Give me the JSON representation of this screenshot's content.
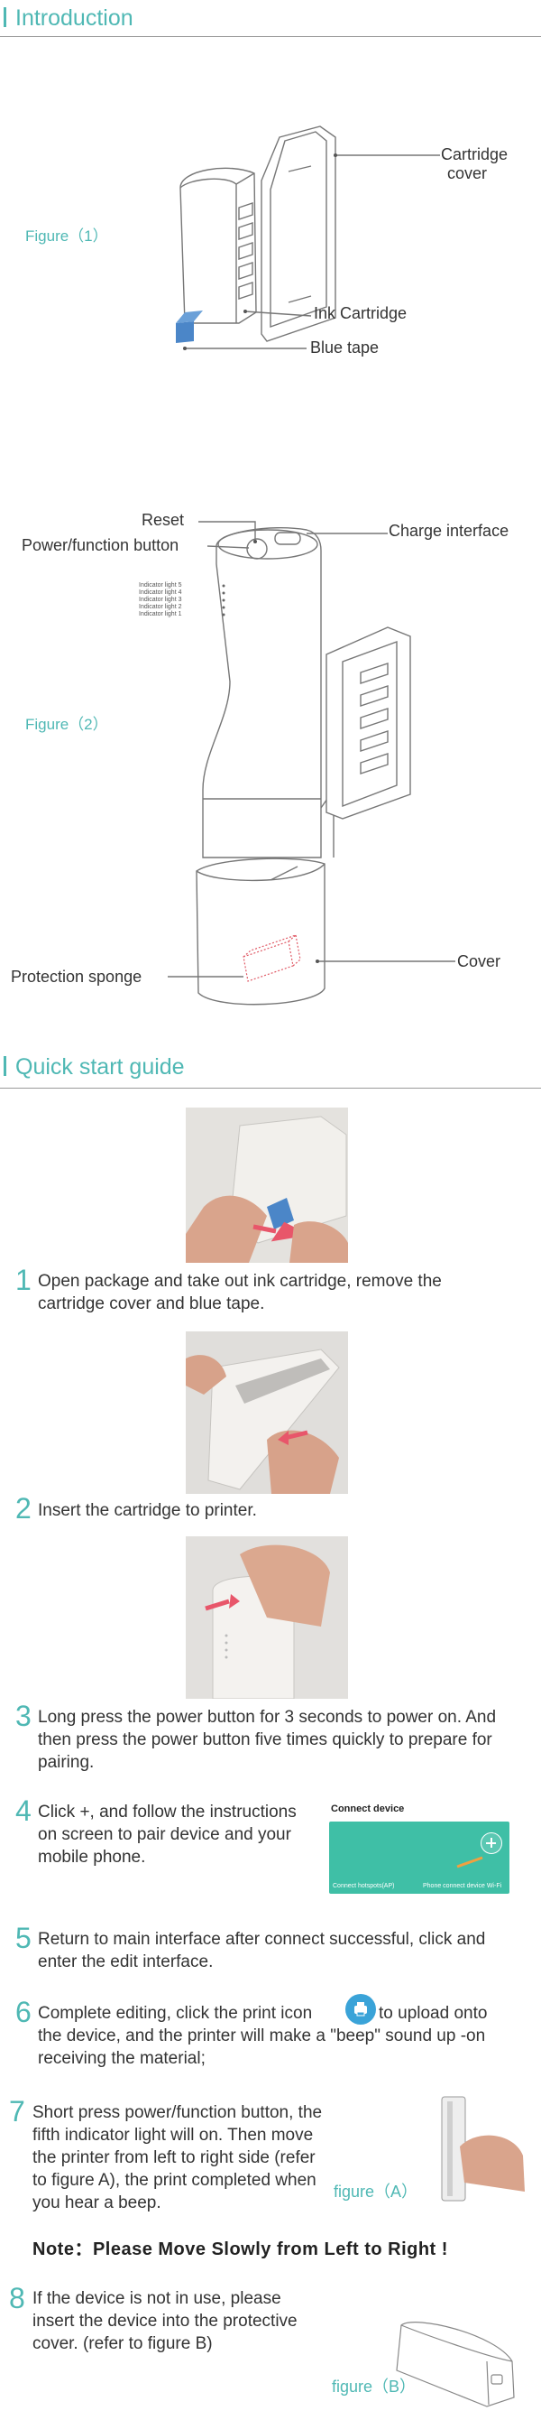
{
  "intro": {
    "title": "Introduction",
    "figure1": {
      "label": "Figure（1）",
      "callouts": [
        "Cartridge",
        "cover",
        "Ink Cartridge",
        "Blue tape"
      ]
    },
    "figure2": {
      "label": "Figure（2）",
      "callouts": [
        "Reset",
        "Power/function button",
        "Charge interface",
        "Protection sponge",
        "Cover"
      ],
      "indicators": [
        "Indicator light 5",
        "Indicator light 4",
        "Indicator light 3",
        "Indicator light 2",
        "Indicator light 1"
      ]
    }
  },
  "guide": {
    "title": "Quick start guide",
    "steps": [
      {
        "num": "1",
        "text": "Open package and take out ink cartridge, remove the cartridge cover and blue tape."
      },
      {
        "num": "2",
        "text": "Insert the cartridge to printer."
      },
      {
        "num": "3",
        "text": "Long press the power button for 3 seconds to power on. And then press the power button five times quickly to prepare for pairing."
      },
      {
        "num": "4",
        "text": "Click +, and follow the instructions on screen to pair device and your mobile phone."
      },
      {
        "num": "5",
        "text": "Return to main interface after connect successful, click and enter the edit interface."
      },
      {
        "num": "6",
        "text_a": "Complete editing, click the print icon",
        "text_b": "to upload onto the device, and the printer will make a \"beep\" sound up -on receiving the material;"
      },
      {
        "num": "7",
        "text": "Short press power/function button, the fifth indicator light will on. Then move the printer from left to right side (refer to figure A), the print completed when you hear a beep."
      },
      {
        "num": "8",
        "text": "If the device is not in use, please insert the device into the protective cover. (refer to figure B)"
      }
    ],
    "app_card": {
      "title": "Connect device",
      "option_left": "Connect hotspots(AP)",
      "option_right": "Phone connect device Wi-Fi",
      "add_icon": "plus-icon"
    },
    "print_icon": "printer-icon",
    "figure_a": "figure（A）",
    "figure_b": "figure（B）",
    "note": "Note：Please Move Slowly from Left to Right !"
  },
  "colors": {
    "accent": "#4fb8b4",
    "card": "#3fbfa6",
    "arrow": "#e8566a"
  }
}
